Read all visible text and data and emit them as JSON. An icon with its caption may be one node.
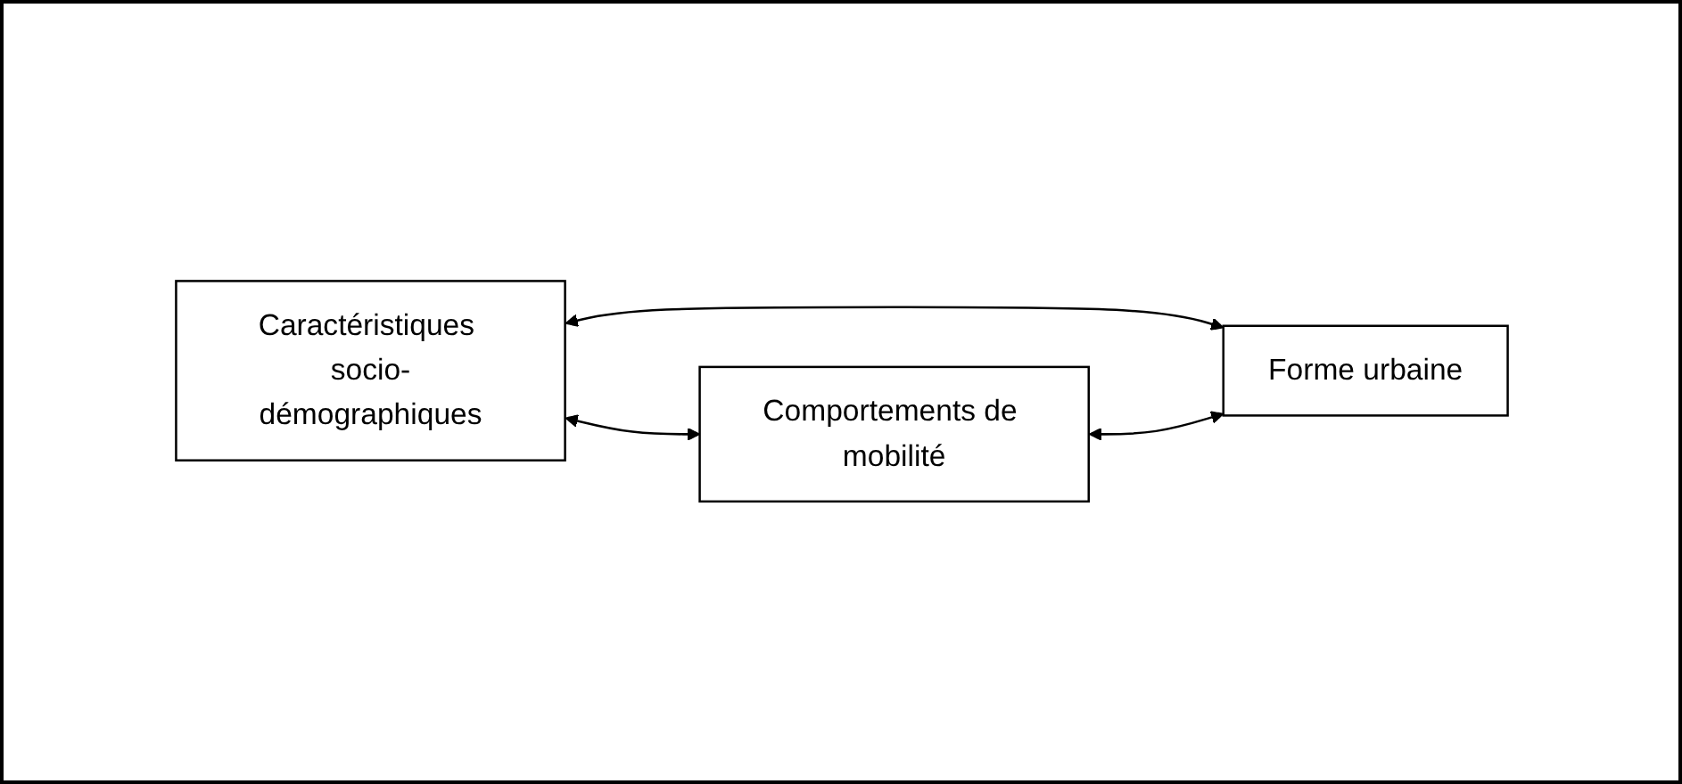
{
  "diagram": {
    "nodes": [
      {
        "text": [
          "Caractéristiques socio-démographiques"
        ]
      },
      {
        "text": [
          "Comportements de mobilité"
        ]
      },
      {
        "text": [
          "Forme urbaine"
        ]
      }
    ],
    "edges": [
      {
        "from": 0,
        "to": 1,
        "arrow": "both"
      },
      {
        "from": 0,
        "to": 2,
        "arrow": "both"
      },
      {
        "from": 1,
        "to": 2,
        "arrow": "both"
      }
    ]
  }
}
